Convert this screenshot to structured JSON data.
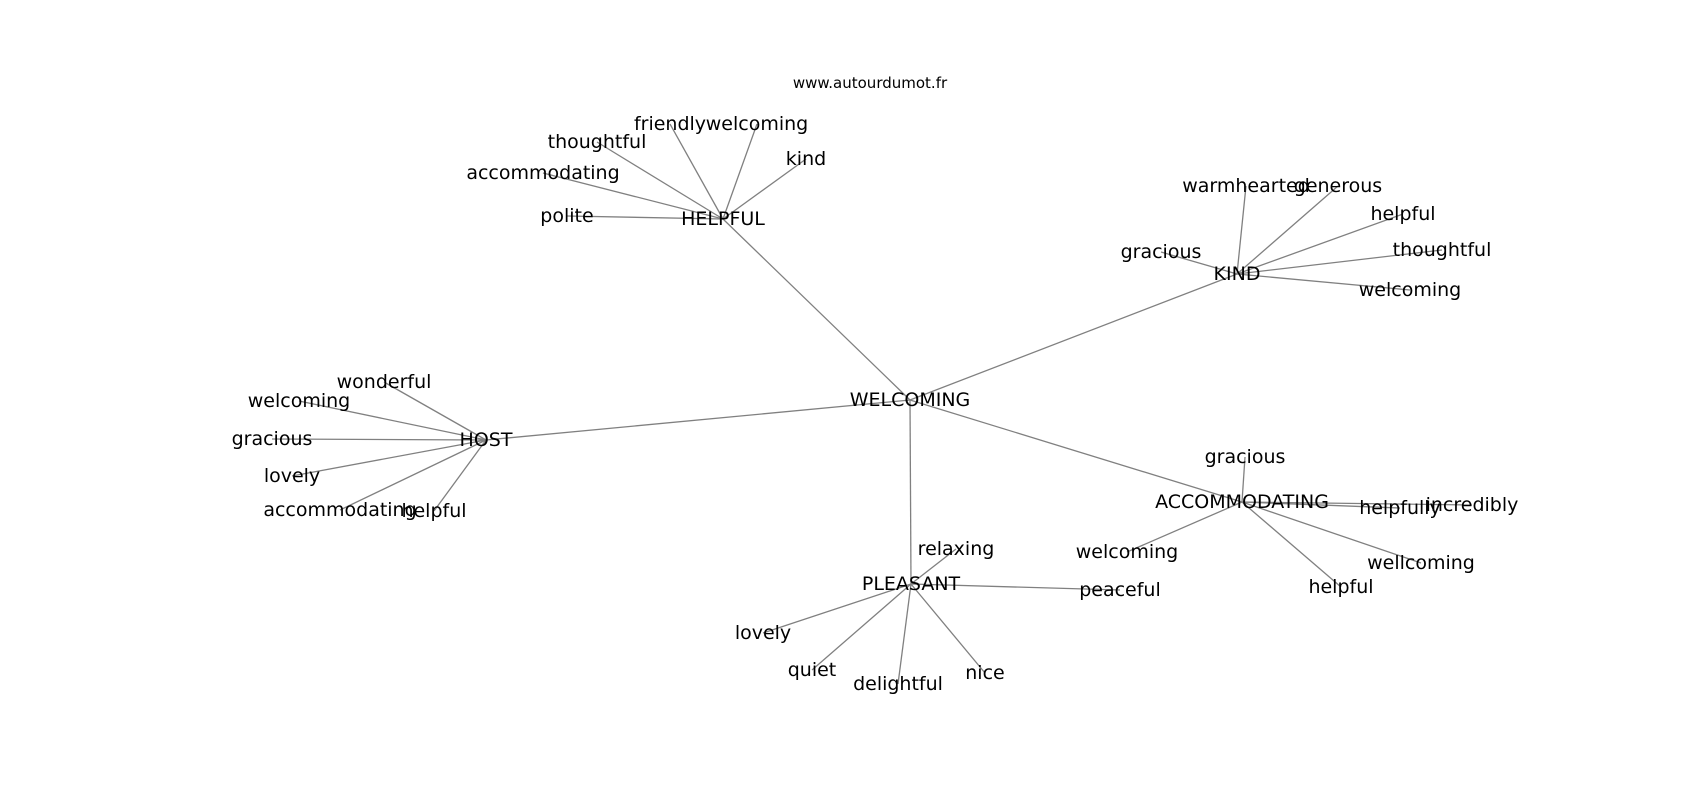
{
  "watermark": "www.autourdumot.fr",
  "graph": {
    "root": "WELCOMING",
    "clusters": [
      {
        "id": "helpful",
        "label": "HELPFUL",
        "children": [
          "friendly",
          "welcoming",
          "thoughtful",
          "kind",
          "accommodating",
          "polite"
        ]
      },
      {
        "id": "kind",
        "label": "KIND",
        "children": [
          "warmhearted",
          "generous",
          "helpful",
          "thoughtful",
          "gracious",
          "welcoming"
        ]
      },
      {
        "id": "host",
        "label": "HOST",
        "children": [
          "wonderful",
          "welcoming",
          "gracious",
          "lovely",
          "accommodating",
          "helpful"
        ]
      },
      {
        "id": "accommodating",
        "label": "ACCOMMODATING",
        "children": [
          "gracious",
          "helpfully",
          "incredibly",
          "welcoming",
          "wellcoming",
          "helpful"
        ]
      },
      {
        "id": "pleasant",
        "label": "PLEASANT",
        "children": [
          "relaxing",
          "peaceful",
          "lovely",
          "quiet",
          "delightful",
          "nice"
        ]
      }
    ]
  }
}
